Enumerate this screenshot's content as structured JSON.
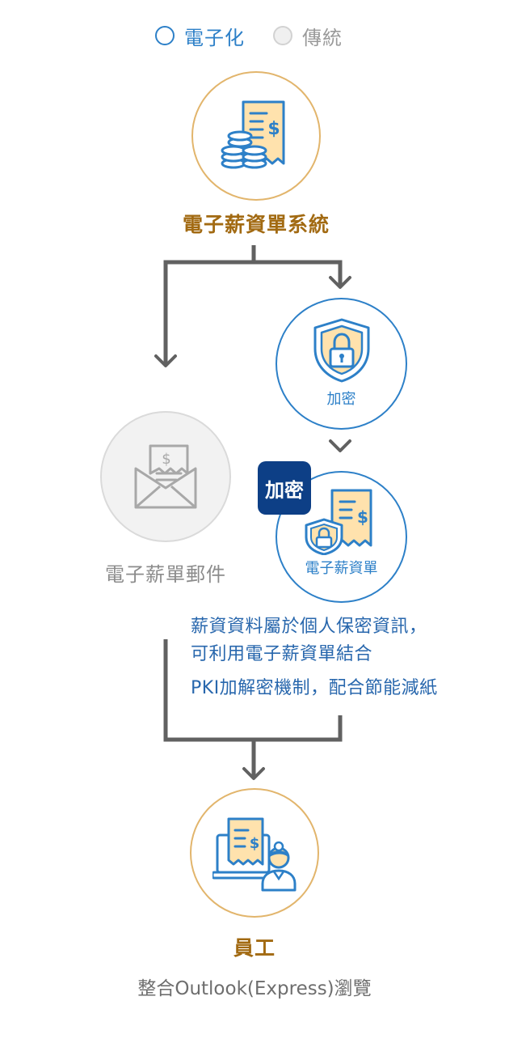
{
  "toggle": {
    "electronic_label": "電子化",
    "traditional_label": "傳統",
    "selected": "電子化"
  },
  "nodes": {
    "system_title": "電子薪資單系統",
    "encrypt_label": "加密",
    "email_label": "電子薪單郵件",
    "encrypted_badge": "加密",
    "payslip_label": "電子薪資單",
    "employee_title": "員工"
  },
  "note": {
    "line1": "薪資資料屬於個人保密資訊，",
    "line2": "可利用電子薪資單結合",
    "line3": "PKI加解密機制，配合節能減紙"
  },
  "footer": "整合Outlook(Express)瀏覽",
  "colors": {
    "accent_blue": "#2d80c8",
    "navy": "#0d3f86",
    "gold": "#a26a12",
    "gold_border": "#e2b56c",
    "gray_text": "#8c8c8c",
    "line_gray": "#616161"
  },
  "icons": {
    "system": "payslip-with-coins-icon",
    "encrypt": "shield-lock-icon",
    "email": "envelope-payslip-icon",
    "payslip": "payslip-with-shield-icon",
    "employee": "employee-with-laptop-icon"
  }
}
